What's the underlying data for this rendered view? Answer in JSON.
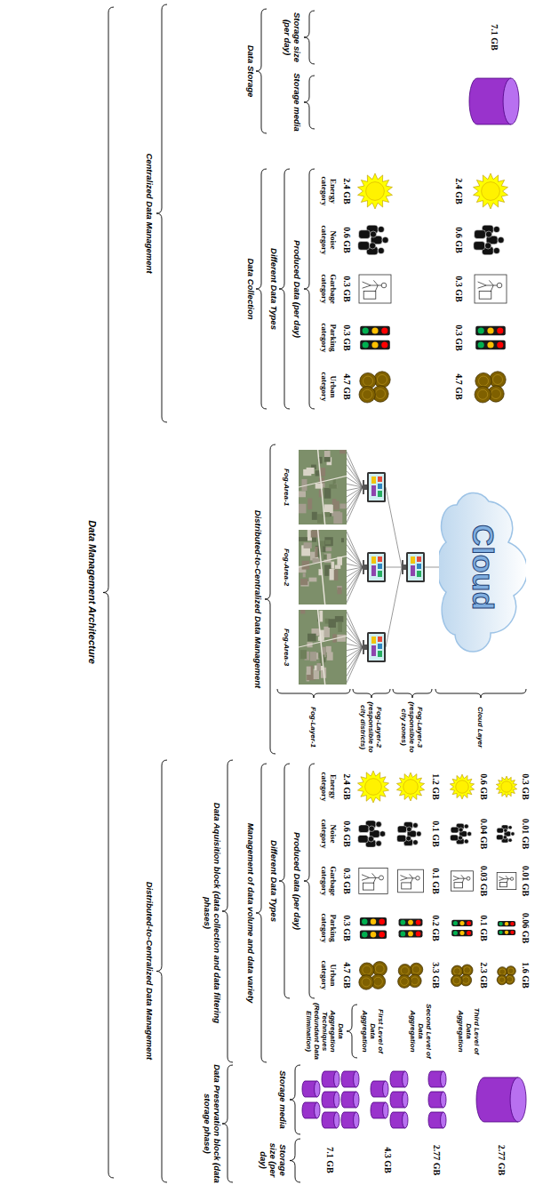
{
  "diagram": {
    "title": "Data Management Architecture",
    "nodes": [
      {
        "text": [
          "Cloud"
        ]
      },
      {
        "text": [
          "Fog-Area-1"
        ]
      },
      {
        "text": [
          "Fog-Area-2"
        ]
      },
      {
        "text": [
          "Fog-Area-3"
        ]
      }
    ],
    "labels": [
      "7.1 GB",
      "2.4 GB",
      "0.6 GB",
      "0.3 GB",
      "0.3 GB",
      "4.7 GB",
      "2.4 GB",
      "0.6 GB",
      "0.3 GB",
      "0.3 GB",
      "4.7 GB",
      "Energy category",
      "Noise category",
      "Garbage category",
      "Parking category",
      "Urban category",
      "Produced Data (per day)",
      "Different Data Types",
      "Data Collection",
      "Storage size (per day)",
      "Storage media",
      "Data Storage",
      "Centralized Data Management",
      "Cloud Layer",
      "Fog-Layer-3 (responsible to city zones)",
      "Fog-Layer-2 (responsible to city districts)",
      "Fog-Layer-1",
      "Distributed-to-Centralized Data Management",
      "0.3 GB",
      "0.01 GB",
      "0.01 GB",
      "0.06 GB",
      "1.6 GB",
      "2.77 GB",
      "0.6 GB",
      "0.04 GB",
      "0.03 GB",
      "0.1 GB",
      "2.3 GB",
      "Third Level of Data Aggregation",
      "2.77 GB",
      "1.2 GB",
      "0.1 GB",
      "0.1 GB",
      "0.2 GB",
      "3.3 GB",
      "Second Level of Data Aggregation",
      "4.3 GB",
      "2.4 GB",
      "0.6 GB",
      "0.3 GB",
      "0.3 GB",
      "4.7 GB",
      "First Level of Data Aggregation",
      "7.1 GB",
      "Energy category",
      "Noise category",
      "Garbage category",
      "Parking category",
      "Urban category",
      "Data Aggregation Techniques (Redundant Data Elimination)",
      "Produced Data (per day)",
      "Different Data Types",
      "Management of data volume and data variety",
      "Data Aquisition block (data collection and data filtering phases)",
      "Storage media",
      "Storage size (per day)",
      "Data Preservation block (data storage phase)",
      "Distributed-to-Centralized Data Management"
    ]
  }
}
